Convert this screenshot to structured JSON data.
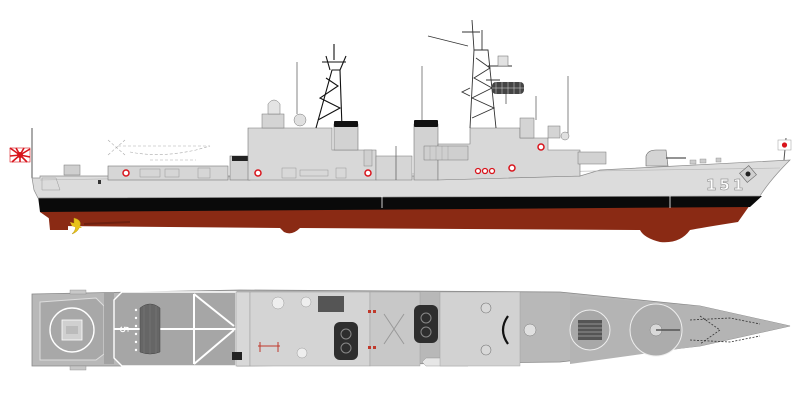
{
  "illustration": {
    "subject": "destroyer profile and plan view",
    "side_view": {
      "hull_number": "151",
      "colors": {
        "hull": "#dcdcdc",
        "superstructure": "#d4d4d4",
        "boot_top": "#0a0a0a",
        "antifouling": "#8a2a14",
        "propeller": "#e8c21a",
        "ensign_red": "#d8141c"
      }
    },
    "top_view": {
      "helideck_marking": "5",
      "colors": {
        "deck": "#b8b8b8",
        "deck_light": "#d8d8d8",
        "deck_lines": "#ffffff",
        "launcher": "#3a3a3a"
      }
    }
  }
}
